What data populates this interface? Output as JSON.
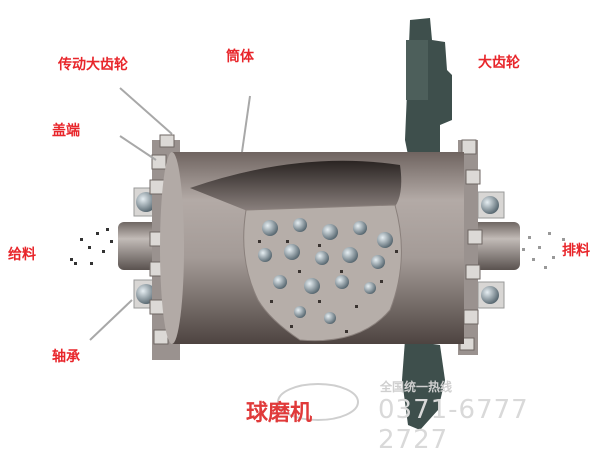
{
  "diagram": {
    "title": "球磨机",
    "labels": {
      "drive_gear": "传动大齿轮",
      "cylinder": "筒体",
      "big_gear": "大齿轮",
      "end_cover": "盖端",
      "feed": "给料",
      "discharge": "排料",
      "bearing": "轴承"
    },
    "watermark": {
      "phone": "0371-6777 2727",
      "text": "全国统一热线"
    },
    "colors": {
      "label": "#e8262b",
      "cylinder": "#8f8682",
      "gear_dark": "#3f4f4c",
      "bearing_ball": "#8a9aa5"
    }
  }
}
